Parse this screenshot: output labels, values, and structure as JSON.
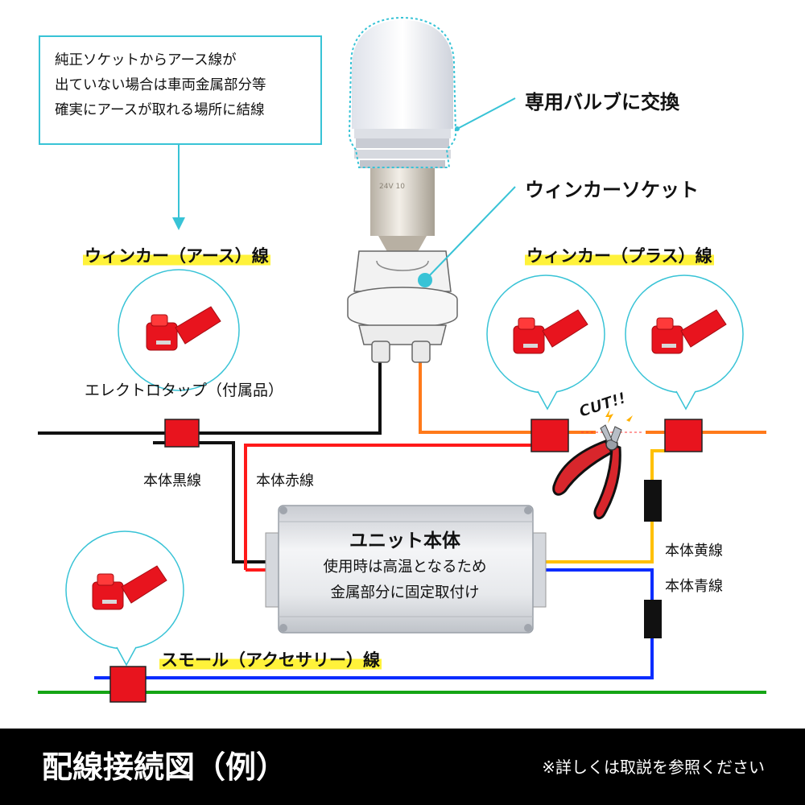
{
  "note_lines": [
    "純正ソケットからアース線が",
    "出ていない場合は車両金属部分等",
    "確実にアースが取れる場所に結線"
  ],
  "labels": {
    "bulb_replace": "専用バルブに交換",
    "winker_socket": "ウィンカーソケット",
    "ground_wire": "ウィンカー（アース）線",
    "plus_wire": "ウィンカー（プラス）線",
    "electro_tap": "エレクトロタップ（付属品）",
    "cut": "CUT!!",
    "black_wire": "本体黒線",
    "red_wire": "本体赤線",
    "yellow_wire": "本体黄線",
    "blue_wire": "本体青線",
    "small_wire": "スモール（アクセサリー）線"
  },
  "bulb": {
    "marking": "24V 10"
  },
  "unit": {
    "title": "ユニット本体",
    "note_lines": [
      "使用時は高温となるため",
      "金属部分に固定取付け"
    ]
  },
  "footer": {
    "title": "配線接続図（例）",
    "note": "※詳しくは取説を参照ください"
  },
  "colors": {
    "accent_cyan": "#38c3d6",
    "highlight_yellow": "#fff23a",
    "black_wire": "#111111",
    "red_wire": "#ff1a1a",
    "orange_wire": "#ff7a1a",
    "yellow_wire": "#ffc000",
    "blue_wire": "#0a2cff",
    "green_wire": "#15a515",
    "connector_red": "#e8141e"
  }
}
